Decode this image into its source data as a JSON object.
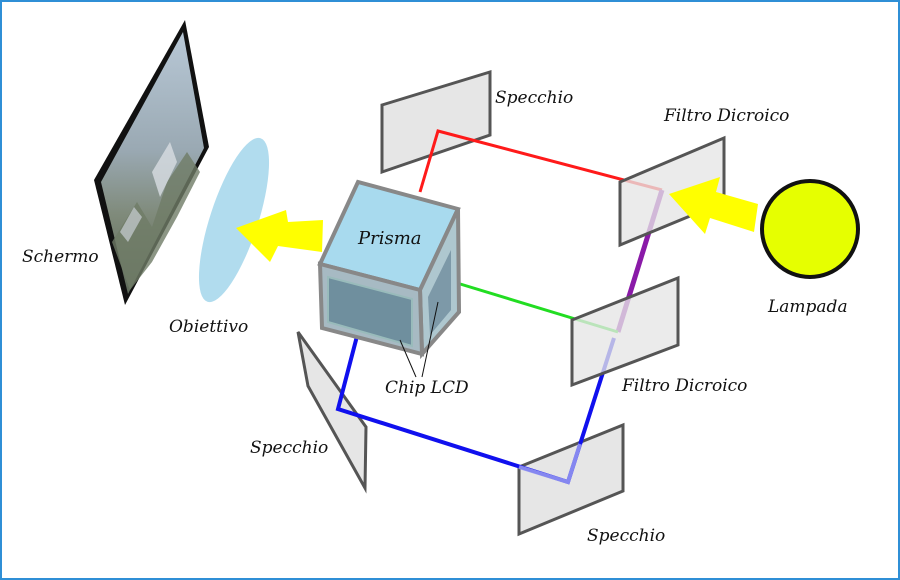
{
  "labels": {
    "screen": "Schermo",
    "lens": "Obiettivo",
    "prism": "Prisma",
    "lcd": "Chip LCD",
    "mirror_top": "Specchio",
    "mirror_left": "Specchio",
    "mirror_bottom": "Specchio",
    "filter_top": "Filtro Dicroico",
    "filter_mid": "Filtro Dicroico",
    "lamp": "Lampada"
  },
  "colors": {
    "red_beam": "#ff1a1a",
    "green_beam": "#22dd22",
    "blue_beam": "#1010ee",
    "purple_beam": "#8a1aa8",
    "arrow": "#ffff00",
    "lamp": "#e6ff00",
    "lens": "#a8d8ec",
    "prism_top": "#a8daee",
    "mirror_fill": "#e6e6e6",
    "border": "#2f8fd6"
  }
}
